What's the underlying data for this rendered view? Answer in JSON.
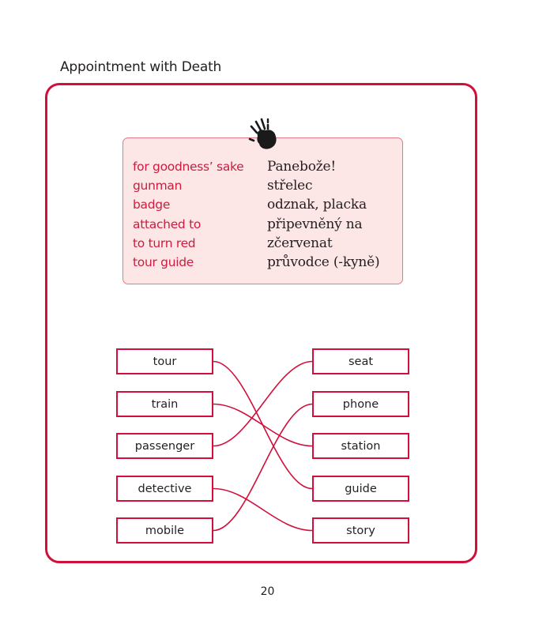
{
  "page": {
    "title": "Appointment with Death",
    "page_number": "20",
    "accent_color": "#d0103a"
  },
  "vocabulary": {
    "icon": "handprint-icon",
    "items": [
      {
        "en": "for goodness’ sake",
        "cz": "Panebože!"
      },
      {
        "en": "gunman",
        "cz": "střelec"
      },
      {
        "en": "badge",
        "cz": "odznak, placka"
      },
      {
        "en": "attached to",
        "cz": "připevněný na"
      },
      {
        "en": "to turn red",
        "cz": "zčervenat"
      },
      {
        "en": "tour guide",
        "cz": "průvodce (-kyně)"
      }
    ]
  },
  "matching": {
    "left": [
      "tour",
      "train",
      "passenger",
      "detective",
      "mobile"
    ],
    "right": [
      "seat",
      "phone",
      "station",
      "guide",
      "story"
    ],
    "connections": [
      {
        "from": "tour",
        "to": "guide"
      },
      {
        "from": "train",
        "to": "station"
      },
      {
        "from": "passenger",
        "to": "seat"
      },
      {
        "from": "detective",
        "to": "story"
      },
      {
        "from": "mobile",
        "to": "phone"
      }
    ]
  }
}
